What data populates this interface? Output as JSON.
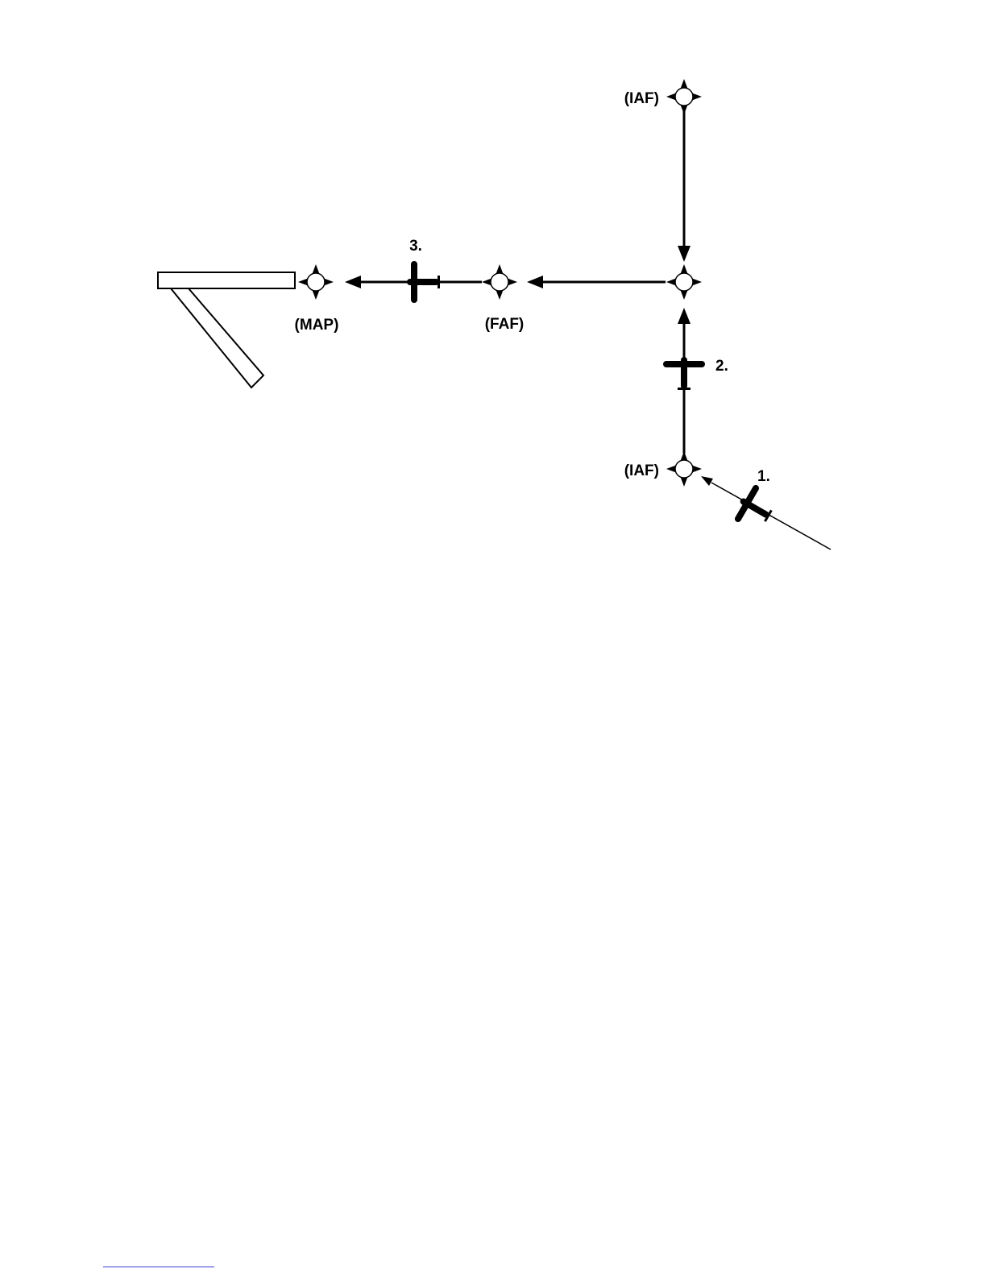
{
  "labels": {
    "iaf_north": "(IAF)",
    "iaf_south": "(IAF)",
    "faf": "(FAF)",
    "map": "(MAP)",
    "step_1": "1.",
    "step_2": "2.",
    "step_3": "3."
  },
  "colors": {
    "ink": "#000000",
    "background": "#ffffff",
    "footer_rule": "#3b3bd6"
  }
}
